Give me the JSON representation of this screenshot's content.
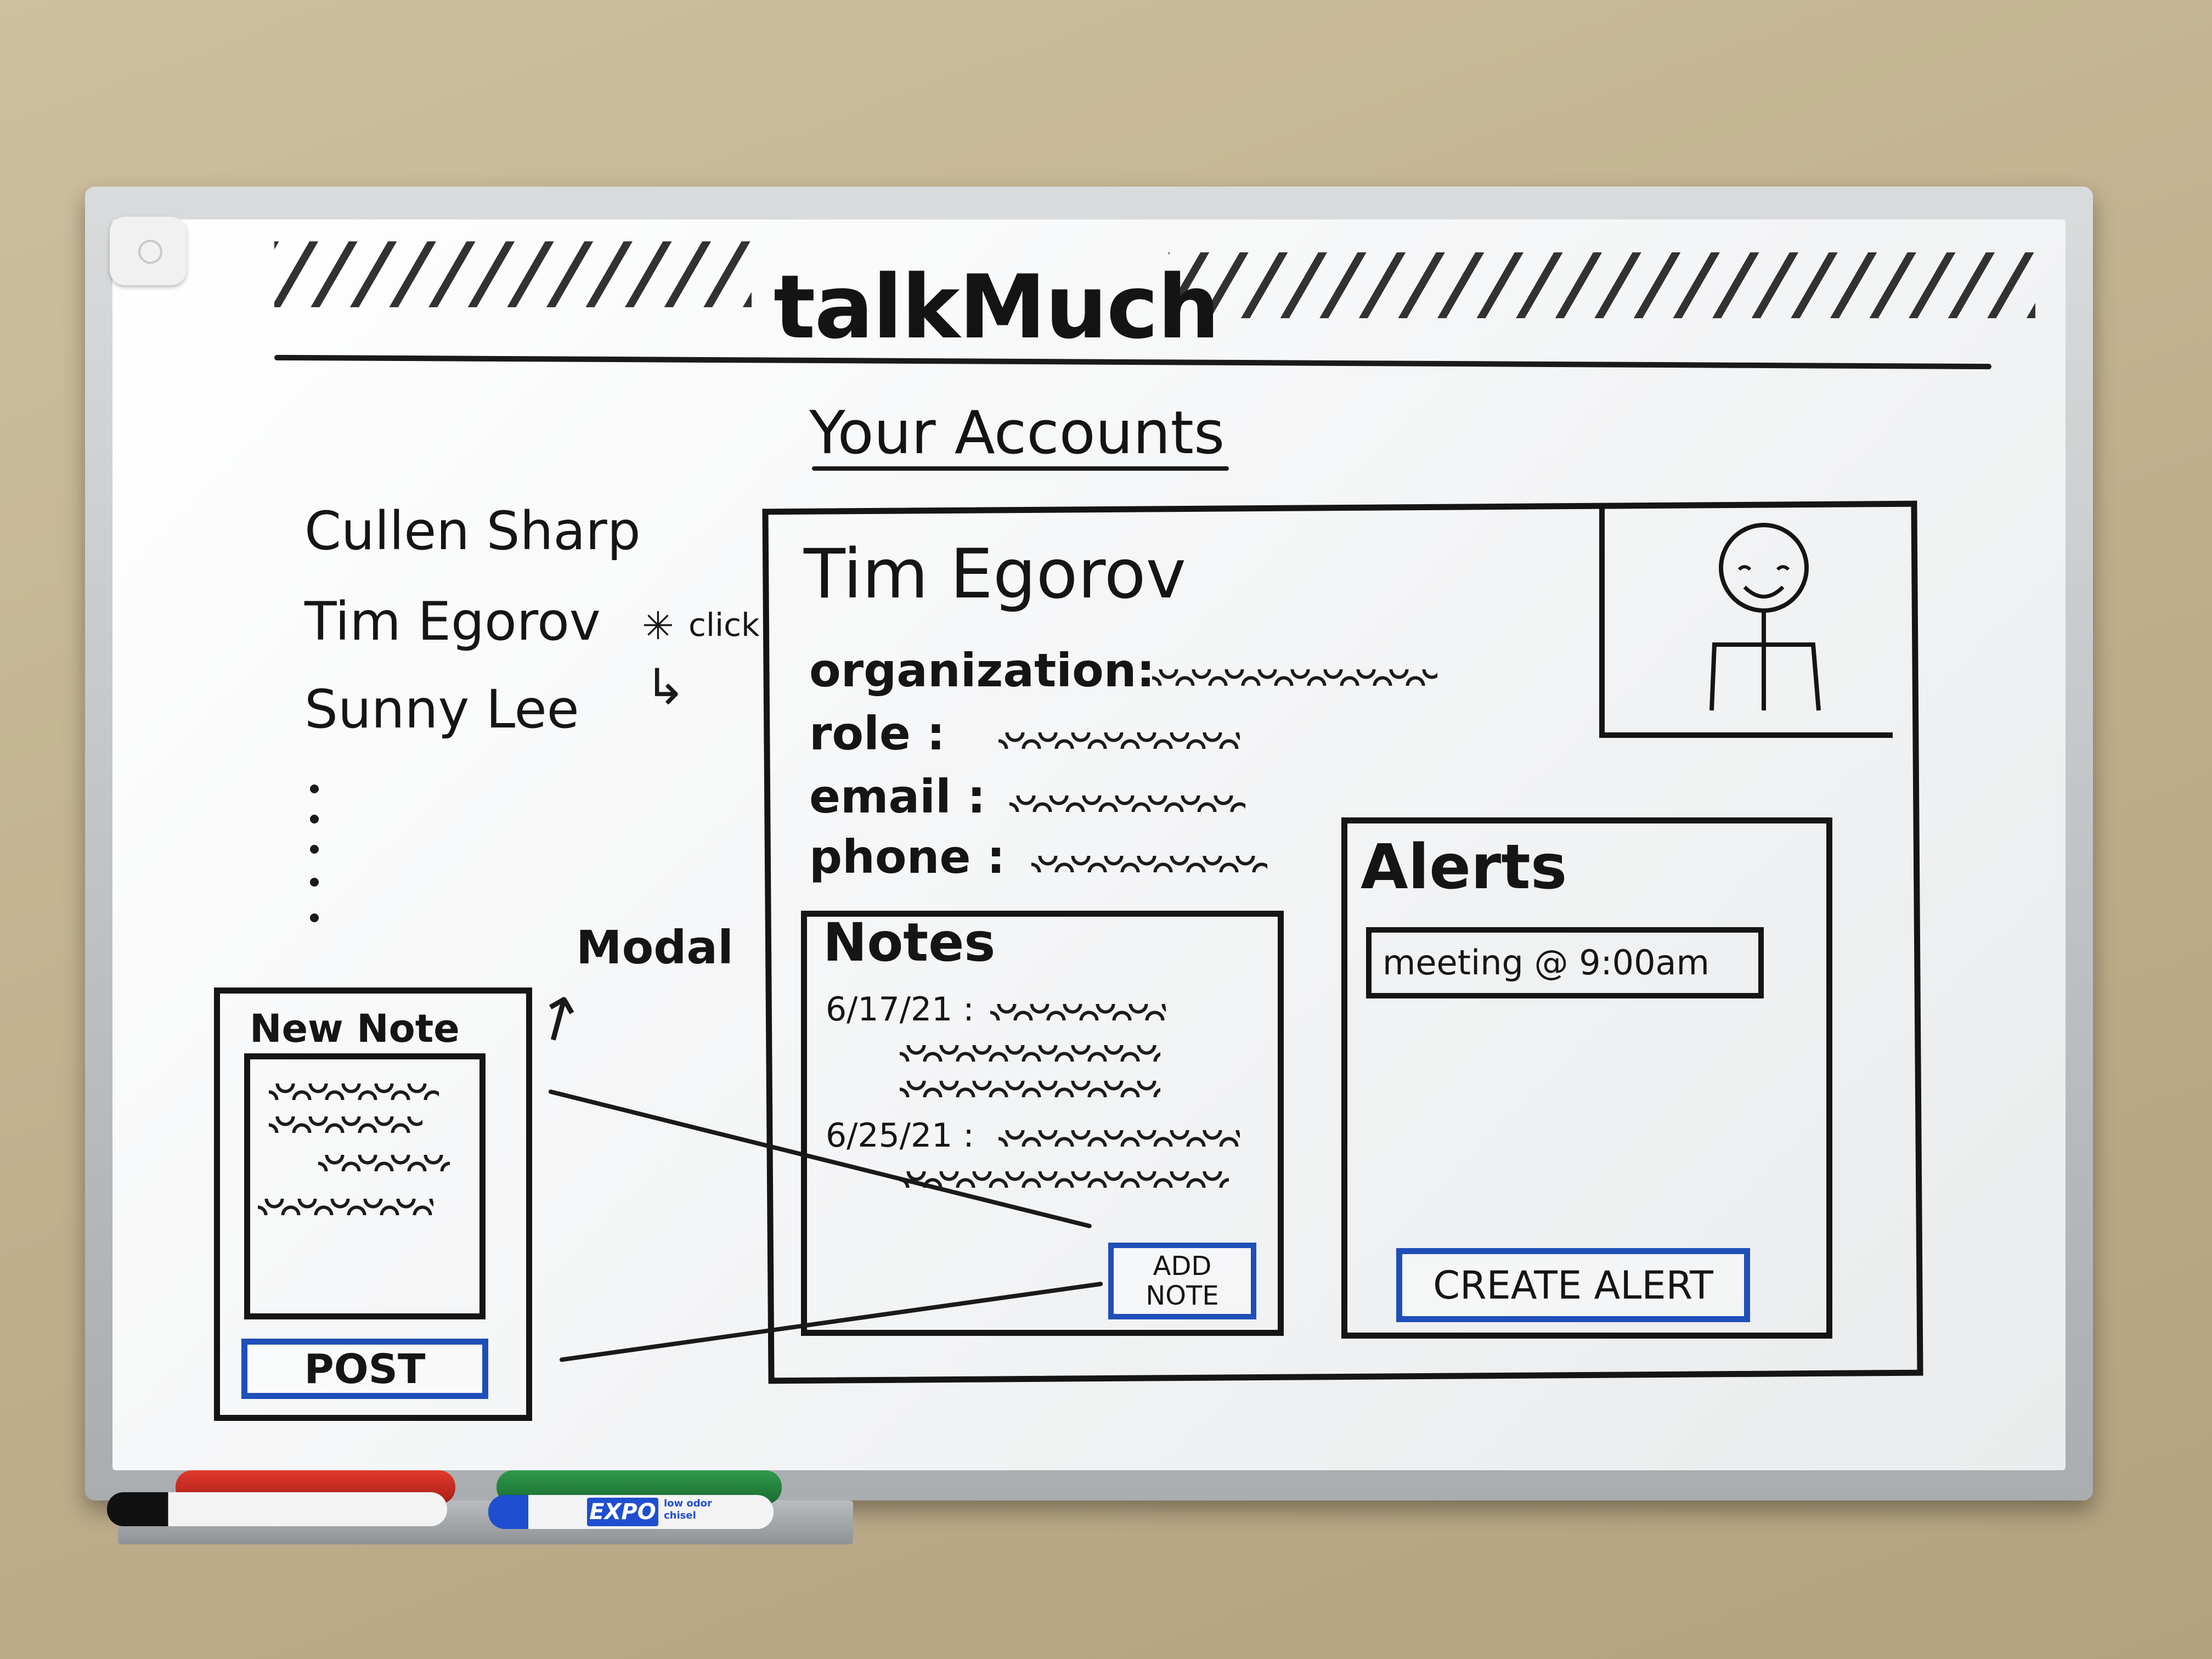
{
  "header": {
    "app_title": "talkMuch"
  },
  "page": {
    "title": "Your Accounts"
  },
  "accounts": [
    {
      "name": "Cullen Sharp"
    },
    {
      "name": "Tim Egorov"
    },
    {
      "name": "Sunny Lee"
    }
  ],
  "annotations": {
    "click_label": "click",
    "modal_label": "Modal"
  },
  "contact": {
    "name": "Tim Egorov",
    "fields": [
      {
        "label": "organization:"
      },
      {
        "label": "role   :"
      },
      {
        "label": "email :"
      },
      {
        "label": "phone :"
      }
    ]
  },
  "notes": {
    "title": "Notes",
    "entries": [
      {
        "date": "6/17/21 :"
      },
      {
        "date": "6/25/21 :"
      }
    ],
    "add_button_label": "ADD NOTE"
  },
  "alerts": {
    "title": "Alerts",
    "items": [
      {
        "text": "meeting @ 9:00am"
      }
    ],
    "create_button_label": "CREATE ALERT"
  },
  "modal": {
    "title": "New Note",
    "post_button_label": "POST"
  },
  "markers": {
    "brand": "EXPO",
    "sub_label": "low odor chisel"
  },
  "colors": {
    "ink": "#151515",
    "button_outline": "#1f4fb8",
    "board": "#f4f5f6",
    "wall": "#c4b494"
  }
}
